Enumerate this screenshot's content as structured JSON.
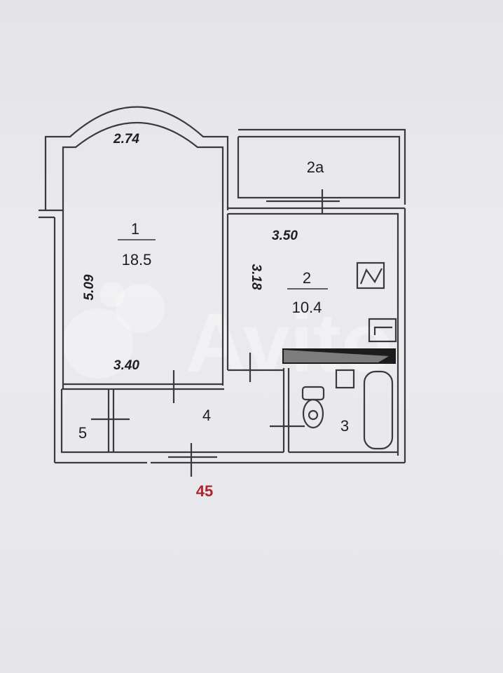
{
  "plan": {
    "watermark": "Avito",
    "apartment_number": "45",
    "rooms": [
      {
        "id": "1",
        "area": "18.5",
        "width": "3.40",
        "length": "5.09",
        "top_width": "2.74"
      },
      {
        "id": "2",
        "area": "10.4",
        "width": "3.50",
        "length": "3.18"
      },
      {
        "id": "2a"
      },
      {
        "id": "3"
      },
      {
        "id": "4"
      },
      {
        "id": "5"
      }
    ],
    "colors": {
      "walls": "#3a3a3e",
      "apartment_number": "#b0242c",
      "background": "#e9e9ec"
    }
  }
}
